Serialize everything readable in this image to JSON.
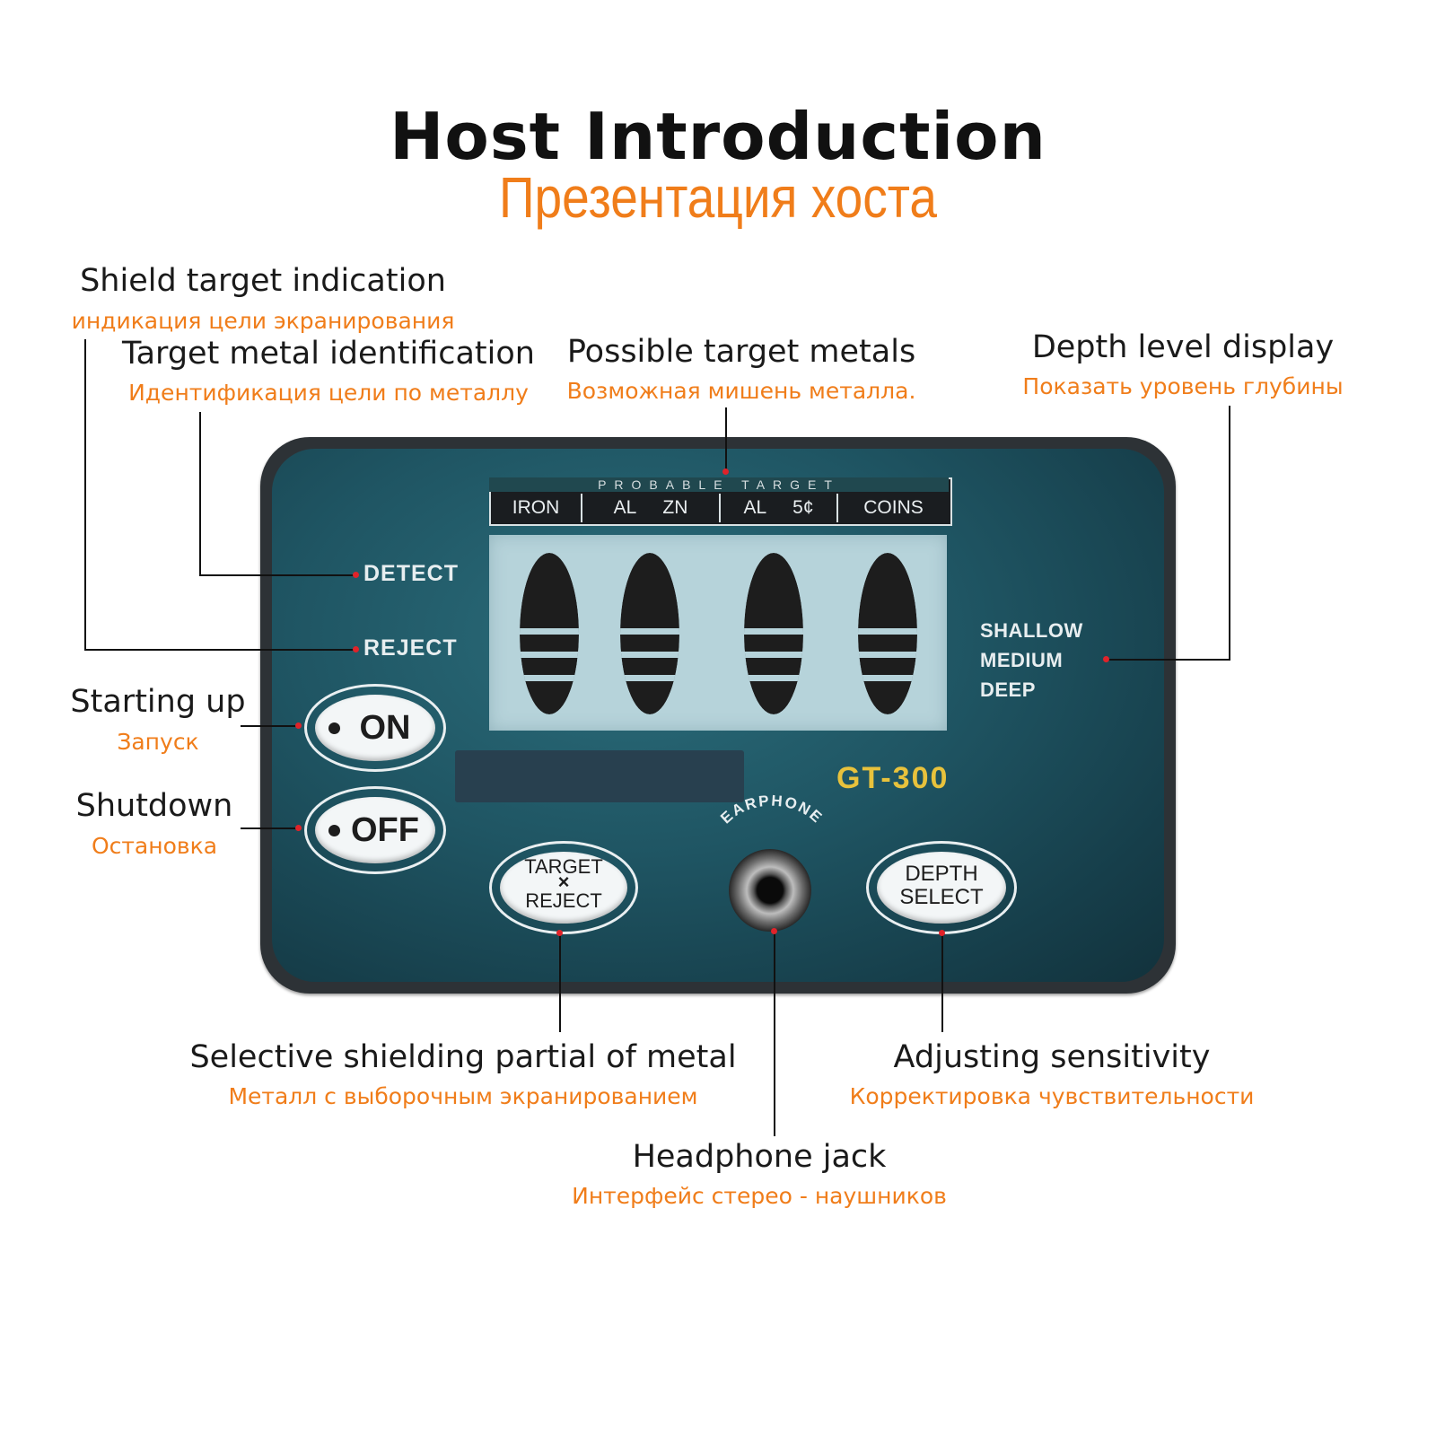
{
  "title": {
    "en": "Host Introduction",
    "ru": "Презентация хоста"
  },
  "device": {
    "probable_target_label": "PROBABLE TARGET",
    "target_cells": [
      "IRON",
      "AL ZN",
      "AL 5¢",
      "COINS"
    ],
    "detect_label": "DETECT",
    "reject_label": "REJECT",
    "depth_levels": [
      "SHALLOW",
      "MEDIUM",
      "DEEP"
    ],
    "on_label": "ON",
    "off_label": "OFF",
    "model": "GT-300",
    "earphone_label": "EARPHONE",
    "target_reject_line1": "TARGET",
    "target_reject_line2": "×",
    "target_reject_line3": "REJECT",
    "depth_select_line1": "DEPTH",
    "depth_select_line2": "SELECT",
    "colors": {
      "panel": "#1f5563",
      "bezel": "#2d3236",
      "lcd": "#b6d3da",
      "model_text": "#e8c23c",
      "callout_dot": "#e0232a",
      "russian_text": "#f07d1a"
    }
  },
  "callouts": {
    "shield": {
      "en": "Shield target indication",
      "ru": "индикация цели экранирования"
    },
    "target_metal": {
      "en": "Target metal identification",
      "ru": "Идентификация цели по металлу"
    },
    "possible": {
      "en": "Possible target metals",
      "ru": "Возможная мишень металла."
    },
    "depth": {
      "en": "Depth level display",
      "ru": "Показать уровень глубины"
    },
    "starting": {
      "en": "Starting up",
      "ru": "Запуск"
    },
    "shutdown": {
      "en": "Shutdown",
      "ru": "Остановка"
    },
    "selective": {
      "en": "Selective shielding partial of metal",
      "ru": "Металл с выборочным экранированием"
    },
    "adjusting": {
      "en": "Adjusting sensitivity",
      "ru": "Корректировка чувствительности"
    },
    "headphone": {
      "en": "Headphone jack",
      "ru": "Интерфейс стерео - наушников"
    }
  }
}
